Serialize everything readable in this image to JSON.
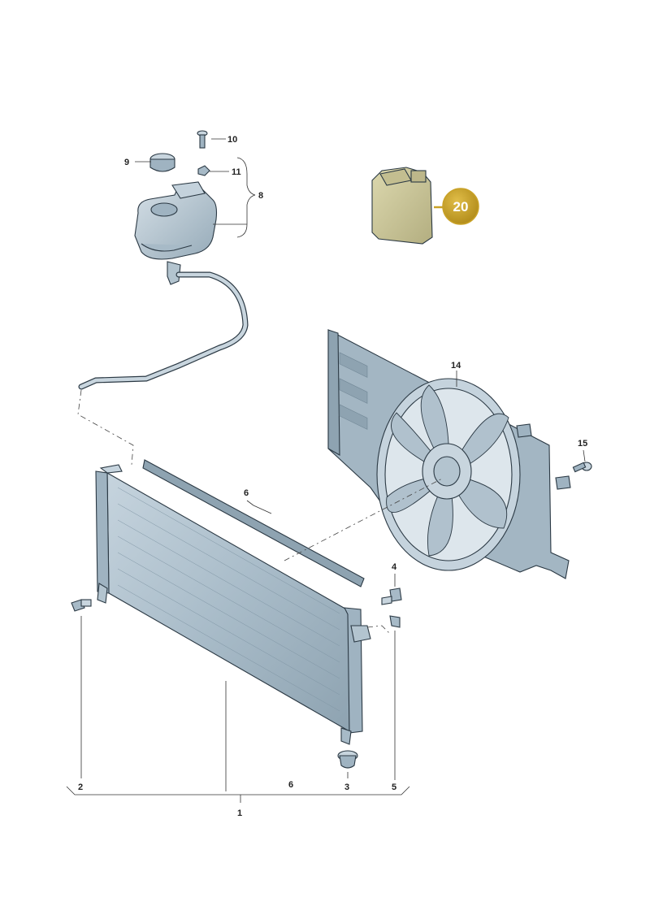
{
  "callouts": {
    "c1": "1",
    "c2": "2",
    "c3": "3",
    "c4": "4",
    "c5": "5",
    "c6a": "6",
    "c6b": "6",
    "c8": "8",
    "c9": "9",
    "c10": "10",
    "c11": "11",
    "c14": "14",
    "c15": "15"
  },
  "badge": {
    "label": "20",
    "color": "#c9a227"
  },
  "colors": {
    "part_fill": "#b7c7d2",
    "part_dark": "#8ea3b1",
    "part_light": "#d9e3ea",
    "canister": "#c8c49a"
  }
}
